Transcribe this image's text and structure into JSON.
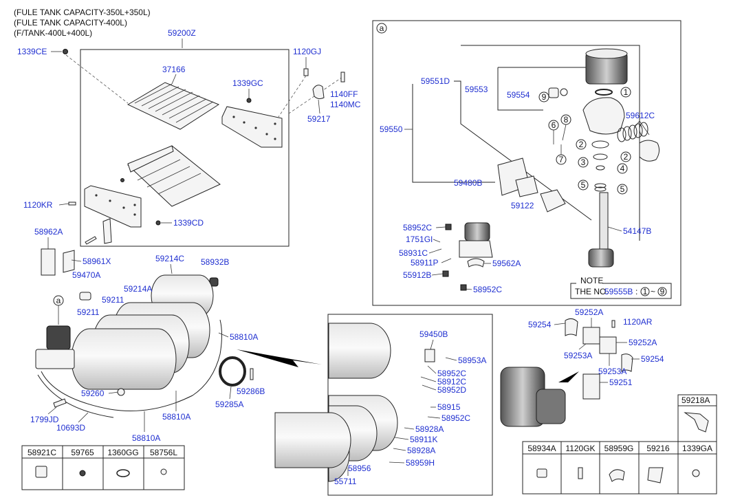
{
  "header_notes": [
    "(FULE TANK CAPACITY-350L+350L)",
    "(FULE TANK CAPACITY-400L)",
    "(F/TANK-400L+400L)"
  ],
  "callouts": {
    "c59200Z": "59200Z",
    "c1339CE": "1339CE",
    "c1120GJ": "1120GJ",
    "c37166": "37166",
    "c1339GC": "1339GC",
    "c1140FF": "1140FF",
    "c1140MC": "1140MC",
    "c59217": "59217",
    "c1120KR": "1120KR",
    "c1339CD": "1339CD",
    "c58962A": "58962A",
    "c58961X": "58961X",
    "c59470A": "59470A",
    "c59214C": "59214C",
    "c58932B": "58932B",
    "c59214A": "59214A",
    "c59211a": "59211",
    "c59211b": "59211",
    "c58810A_1": "58810A",
    "c58810A_2": "58810A",
    "c58810A_3": "58810A",
    "c59260": "59260",
    "c1799JD": "1799JD",
    "c10693D": "10693D",
    "c59285A": "59285A",
    "c59286B": "59286B",
    "c59551D": "59551D",
    "c59553": "59553",
    "c59554": "59554",
    "c59550": "59550",
    "c59612C": "59612C",
    "c59480B": "59480B",
    "c59122": "59122",
    "c54147B": "54147B",
    "c58952C_a": "58952C",
    "c1751GI": "1751GI",
    "c58931C": "58931C",
    "c58911P": "58911P",
    "c59562A": "59562A",
    "c55912B": "55912B",
    "c58952C_b": "58952C",
    "c59450B": "59450B",
    "c58953A": "58953A",
    "c58952C_c": "58952C",
    "c58912C": "58912C",
    "c58952D": "58952D",
    "c58915": "58915",
    "c58952C_d": "58952C",
    "c58928A_1": "58928A",
    "c58911K": "58911K",
    "c58928A_2": "58928A",
    "c58956": "58956",
    "c58959H": "58959H",
    "c55711": "55711",
    "c59254_1": "59254",
    "c59252A_1": "59252A",
    "c1120AR": "1120AR",
    "c59252A_2": "59252A",
    "c59253A_1": "59253A",
    "c59254_2": "59254",
    "c59253A_2": "59253A",
    "c59251": "59251",
    "c59218A": "59218A"
  },
  "detail_marker": "a",
  "balloons": [
    "1",
    "2",
    "2",
    "3",
    "4",
    "5",
    "5",
    "6",
    "8",
    "7",
    "9"
  ],
  "note": {
    "title": "NOTE",
    "prefix": "THE NO.",
    "code": "59555B",
    "sep": ":",
    "from": "1",
    "tilde": "~",
    "to": "9"
  },
  "parts_table_left": [
    "58921C",
    "59765",
    "1360GG",
    "58756L"
  ],
  "parts_table_right": [
    "58934A",
    "1120GK",
    "58959G",
    "59216",
    "1339GA"
  ]
}
